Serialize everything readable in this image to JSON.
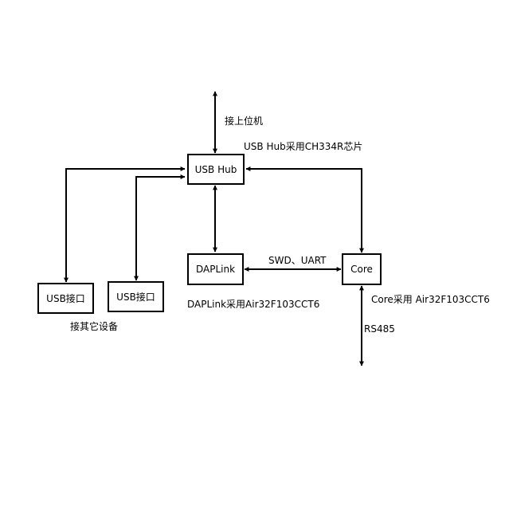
{
  "diagram": {
    "nodes": {
      "usb_hub": "USB Hub",
      "dap_link": "DAPLink",
      "core": "Core",
      "usb_port_1": "USB接口",
      "usb_port_2": "USB接口"
    },
    "labels": {
      "host": "接上位机",
      "usb_hub_chip": "USB Hub采用CH334R芯片",
      "swd_uart": "SWD、UART",
      "daplink_chip": "DAPLink采用Air32F103CCT6",
      "core_chip": "Core采用 Air32F103CCT6",
      "rs485": "RS485",
      "other_devices": "接其它设备"
    },
    "connections": [
      {
        "from": "host",
        "to": "usb_hub",
        "direction": "both"
      },
      {
        "from": "usb_hub",
        "to": "usb_port_1",
        "direction": "both"
      },
      {
        "from": "usb_hub",
        "to": "usb_port_2",
        "direction": "both"
      },
      {
        "from": "usb_hub",
        "to": "dap_link",
        "direction": "both"
      },
      {
        "from": "usb_hub",
        "to": "core",
        "direction": "both"
      },
      {
        "from": "dap_link",
        "to": "core",
        "direction": "both",
        "label": "SWD、UART"
      },
      {
        "from": "core",
        "to": "rs485",
        "direction": "both",
        "label": "RS485"
      }
    ]
  }
}
